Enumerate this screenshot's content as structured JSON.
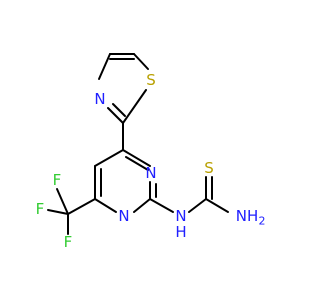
{
  "molecule": {
    "atoms": {
      "n_thiazole": {
        "text": "N",
        "color": "#2020ff"
      },
      "s_thiazole": {
        "text": "S",
        "color": "#b8a000"
      },
      "n_pyr_top": {
        "text": "N",
        "color": "#2020ff"
      },
      "n_pyr_bottom": {
        "text": "N",
        "color": "#2020ff"
      },
      "f_top": {
        "text": "F",
        "color": "#33cc33"
      },
      "f_left": {
        "text": "F",
        "color": "#33cc33"
      },
      "f_bottom": {
        "text": "F",
        "color": "#33cc33"
      },
      "n_h": {
        "text": "N",
        "color": "#2020ff"
      },
      "h_nh": {
        "text": "H",
        "color": "#2020ff"
      },
      "s_thiourea": {
        "text": "S",
        "color": "#b8a000"
      },
      "nh2": {
        "text": "NH",
        "color": "#2020ff"
      },
      "nh2_sub": {
        "text": "2",
        "color": "#2020ff"
      }
    }
  }
}
